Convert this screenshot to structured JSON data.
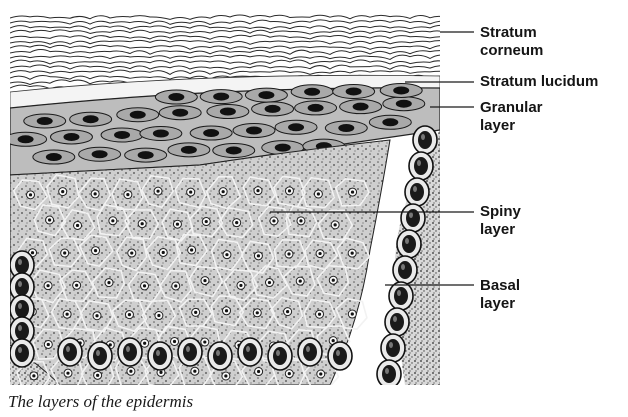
{
  "labels": {
    "stratum_corneum": "Stratum\ncorneum",
    "stratum_lucidum": "Stratum lucidum",
    "granular_layer": "Granular\nlayer",
    "spiny_layer": "Spiny\nlayer",
    "basal_layer": "Basal\nlayer"
  },
  "caption": "The layers of the epidermis",
  "colors": {
    "ink": "#151515",
    "paper": "#ffffff",
    "stipple": "#3a3a3a",
    "cell_fill": "#c9c9c9"
  }
}
